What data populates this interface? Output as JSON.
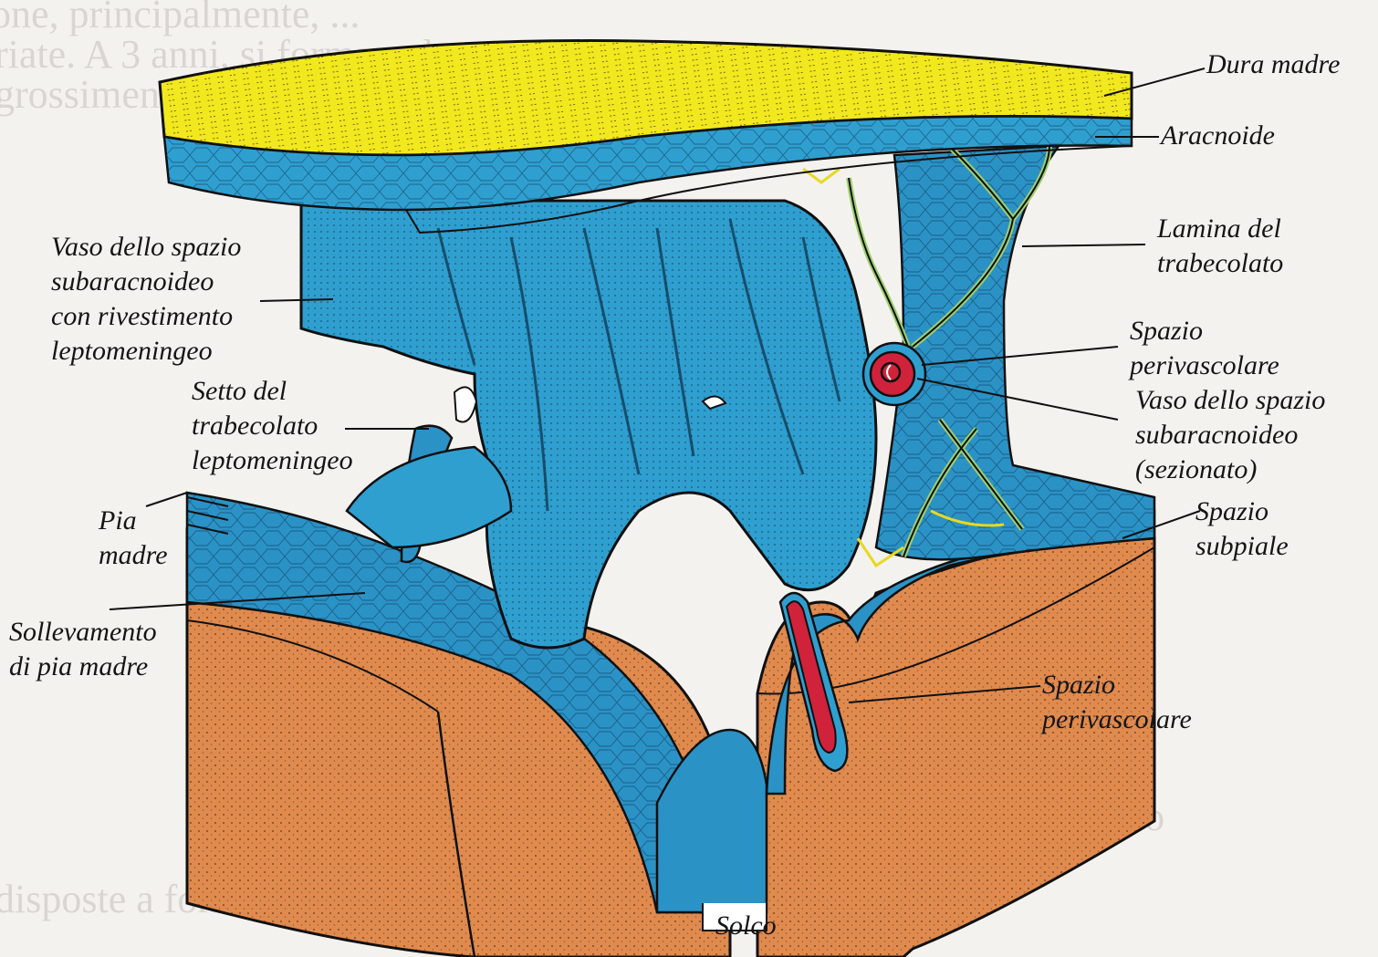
{
  "labels": {
    "dura_madre": "Dura madre",
    "aracnoide": "Aracnoide",
    "lamina": [
      "Lamina del",
      "trabecolato"
    ],
    "spazio_perivascolare_top": [
      "Spazio",
      "perivascolare"
    ],
    "vaso_sezionato": [
      "Vaso dello spazio",
      "subaracnoideo",
      "(sezionato)"
    ],
    "spazio_subpiale": [
      "Spazio",
      "subpiale"
    ],
    "spazio_perivascolare_bottom": [
      "Spazio",
      "perivascolare"
    ],
    "solco": "Solco",
    "vaso_leptomeningeo": [
      "Vaso dello spazio",
      "subaracnoideo",
      "con rivestimento",
      "leptomeningeo"
    ],
    "setto": [
      "Setto del",
      "trabecolato",
      "leptomeningeo"
    ],
    "pia_madre": [
      "Pia",
      "madre"
    ],
    "sollevamento": [
      "Sollevamento",
      "di pia madre"
    ]
  },
  "colors": {
    "dura": "#f2e81e",
    "arachnoid": "#2f9fd0",
    "pia_tissue": "#2b92c6",
    "brain": "#e08a4e",
    "vessel": "#d0223a",
    "outline": "#101010"
  }
}
